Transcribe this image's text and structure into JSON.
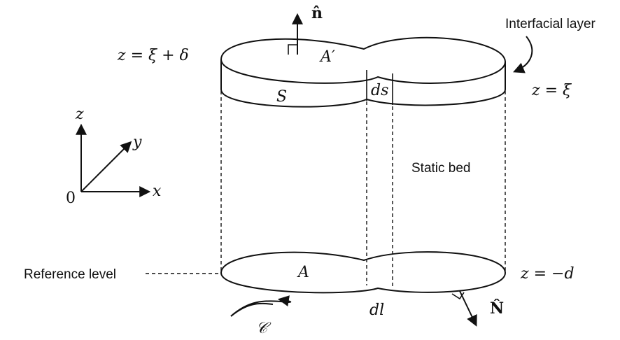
{
  "labels": {
    "normal_top": "n̂",
    "interfacial_layer": "Interfacial layer",
    "top_level": "z = ξ + δ",
    "top_area": "A′",
    "side_surface": "S",
    "ds": "ds",
    "interface_level": "z = ξ",
    "axis_z": "z",
    "axis_y": "y",
    "axis_x": "x",
    "origin": "0",
    "static_bed": "Static bed",
    "reference_level": "Reference level",
    "bottom_area": "A",
    "bottom_level": "z = −d",
    "curve_c": "𝒞",
    "dl": "dl",
    "normal_bottom": "N̂"
  },
  "icons": {
    "arrows": "arrowhead-icon",
    "right_angle": "right-angle-icon"
  }
}
